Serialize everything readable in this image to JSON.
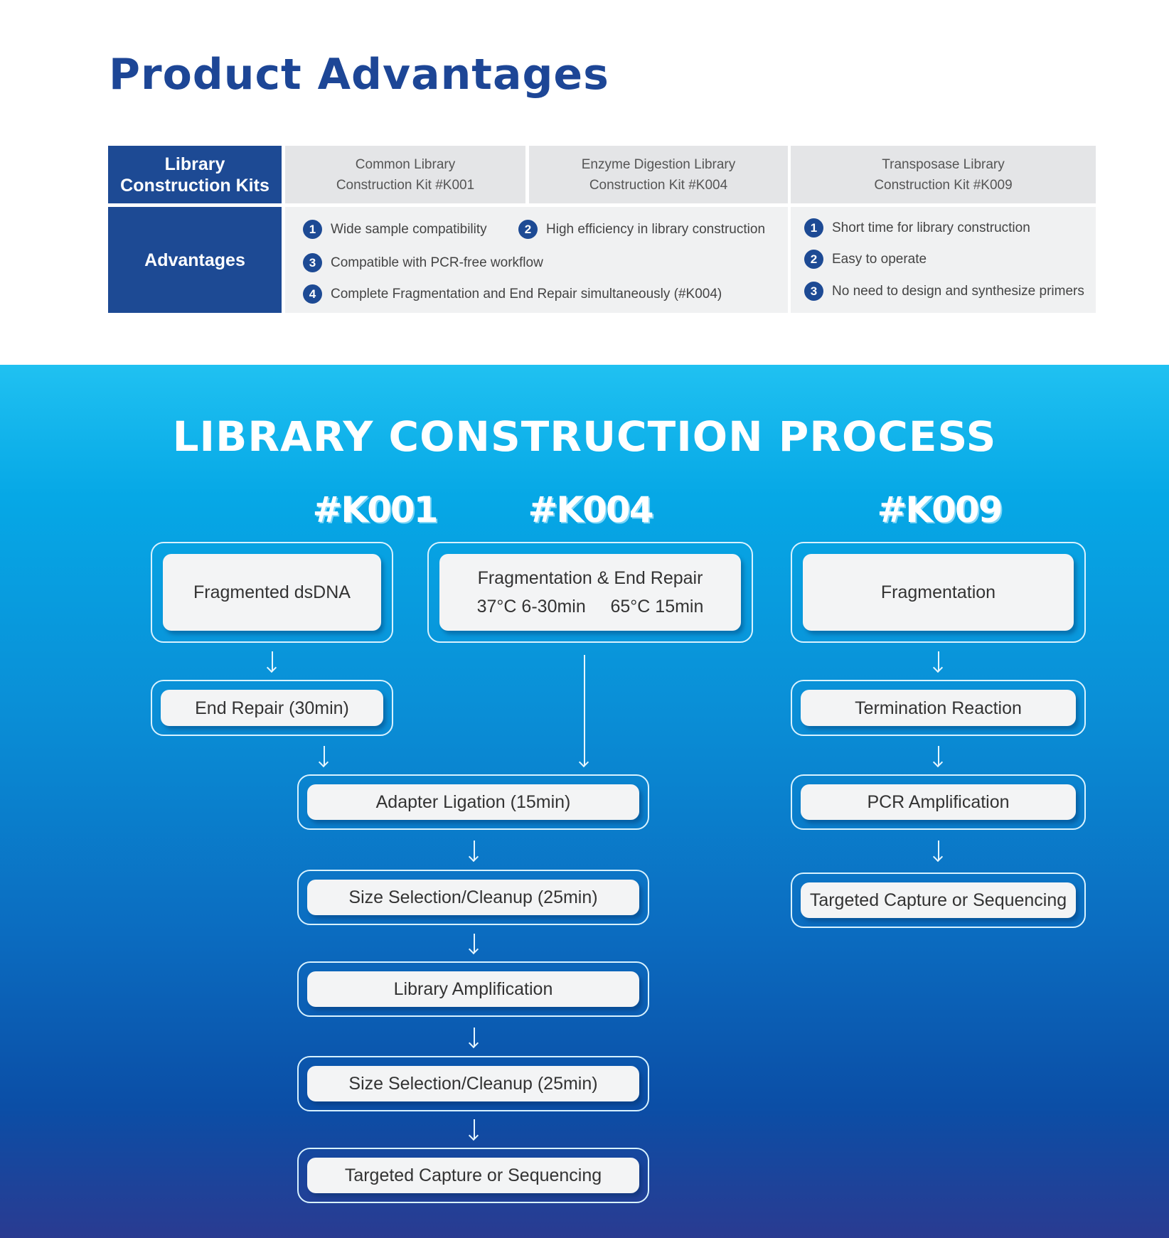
{
  "title": "Product Advantages",
  "table": {
    "row_header_kits": "Library Construction Kits",
    "row_header_adv": "Advantages",
    "kits": [
      {
        "line1": "Common Library",
        "line2": "Construction Kit #K001"
      },
      {
        "line1": "Enzyme Digestion Library",
        "line2": "Construction Kit  #K004"
      },
      {
        "line1": "Transposase Library",
        "line2": "Construction Kit #K009"
      }
    ],
    "adv_left": [
      {
        "n": "1",
        "text": "Wide sample compatibility"
      },
      {
        "n": "2",
        "text": "High efficiency in library construction"
      },
      {
        "n": "3",
        "text": "Compatible with PCR-free workflow"
      },
      {
        "n": "4",
        "text": "Complete Fragmentation and End Repair simultaneously (#K004)"
      }
    ],
    "adv_right": [
      {
        "n": "1",
        "text": "Short time for library construction"
      },
      {
        "n": "2",
        "text": "Easy to operate"
      },
      {
        "n": "3",
        "text": "No need to design and synthesize primers"
      }
    ]
  },
  "process": {
    "title": "LIBRARY CONSTRUCTION PROCESS",
    "kits": [
      "#K001",
      "#K004",
      "#K009"
    ],
    "k001": [
      "Fragmented dsDNA",
      "End Repair (30min)"
    ],
    "k004": {
      "line1": "Fragmentation & End Repair",
      "line2": "37°C 6-30min     65°C 15min"
    },
    "shared": [
      "Adapter Ligation (15min)",
      "Size Selection/Cleanup (25min)",
      "Library Amplification",
      "Size Selection/Cleanup (25min)",
      "Targeted Capture or Sequencing"
    ],
    "k009": [
      "Fragmentation",
      "Termination Reaction",
      "PCR Amplification",
      "Targeted Capture or Sequencing"
    ]
  }
}
